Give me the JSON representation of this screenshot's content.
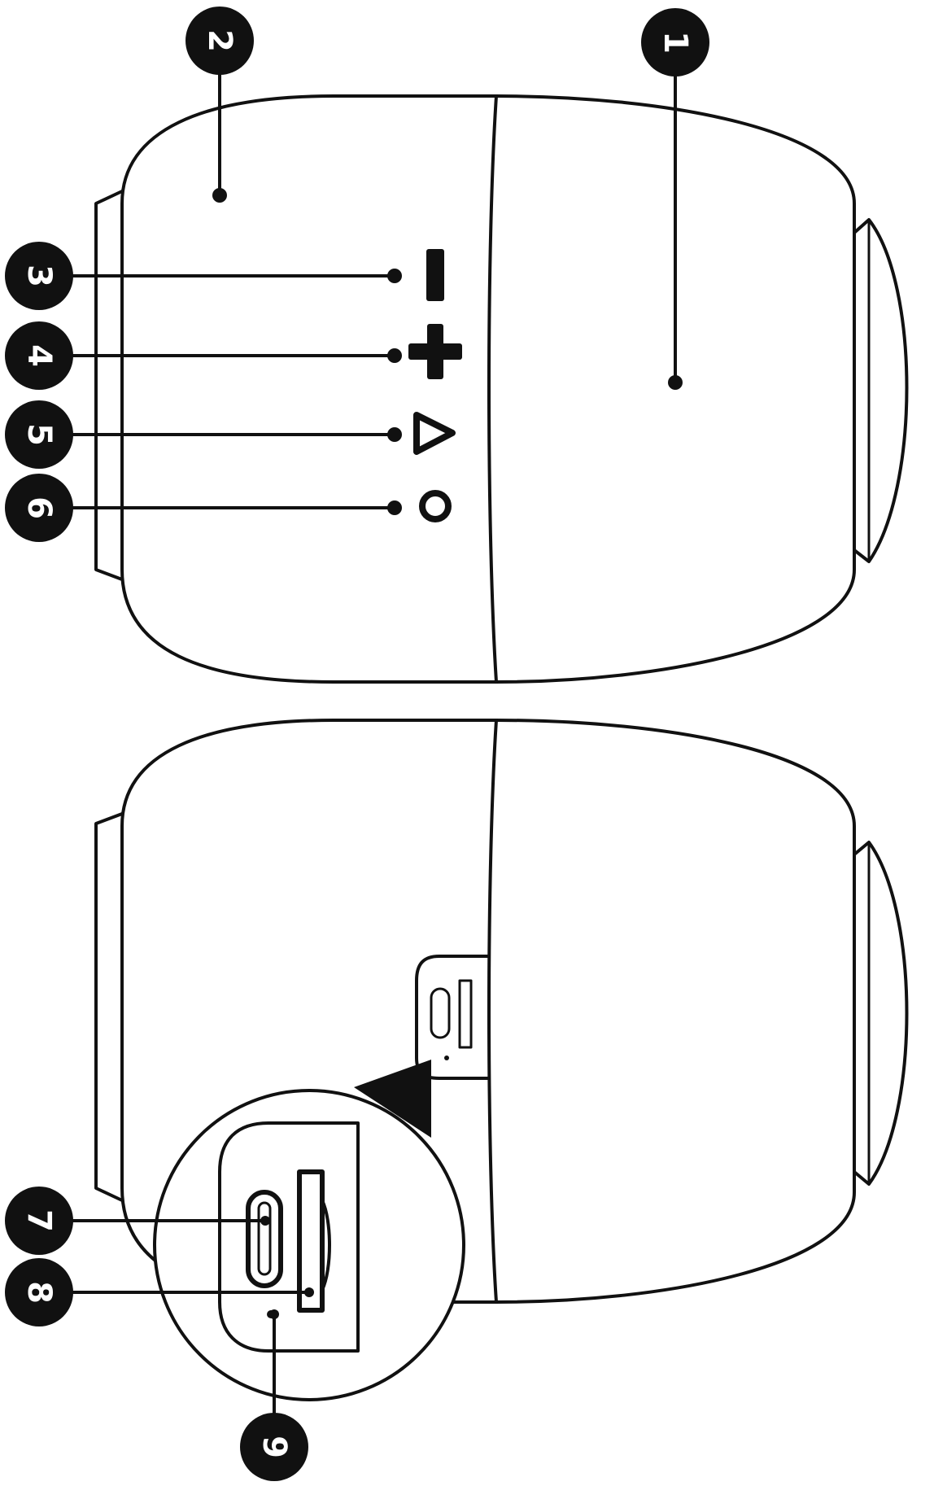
{
  "callouts": [
    {
      "id": "callout-1",
      "number": "1"
    },
    {
      "id": "callout-2",
      "number": "2"
    },
    {
      "id": "callout-3",
      "number": "3"
    },
    {
      "id": "callout-4",
      "number": "4"
    },
    {
      "id": "callout-5",
      "number": "5"
    },
    {
      "id": "callout-6",
      "number": "6"
    },
    {
      "id": "callout-7",
      "number": "7"
    },
    {
      "id": "callout-8",
      "number": "8"
    },
    {
      "id": "callout-9",
      "number": "9"
    }
  ],
  "colors": {
    "ink": "#111111",
    "background": "#ffffff"
  },
  "icons": [
    "minus-icon",
    "plus-icon",
    "play-icon",
    "power-icon",
    "usb-c-port-icon",
    "sd-card-slot-icon",
    "indicator-light-icon"
  ]
}
